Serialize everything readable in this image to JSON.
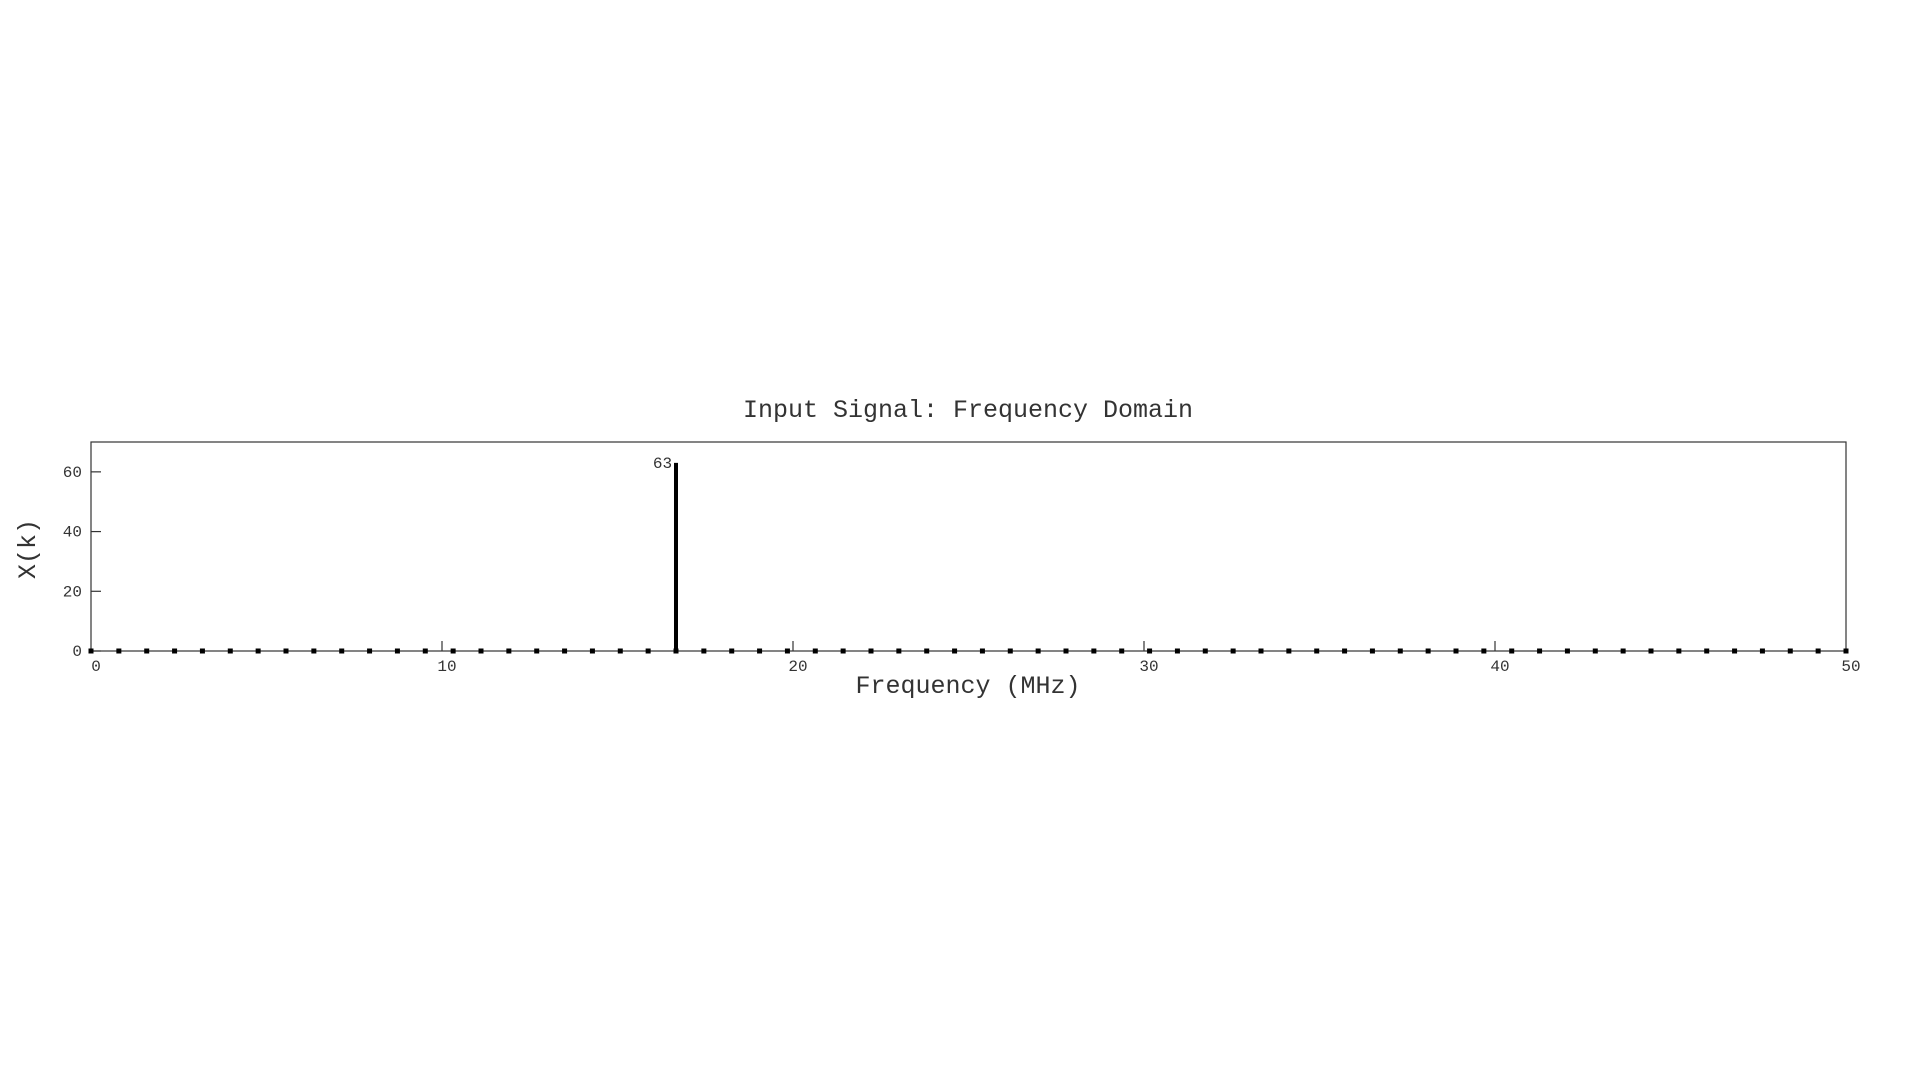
{
  "chart_data": {
    "type": "bar",
    "title": "Input Signal: Frequency Domain",
    "xlabel": "Frequency (MHz)",
    "ylabel": "X(k)",
    "xlim": [
      0,
      50
    ],
    "ylim": [
      0,
      70
    ],
    "xticks": [
      0,
      10,
      20,
      30,
      40,
      50
    ],
    "yticks": [
      0,
      20,
      40,
      60
    ],
    "series": [
      {
        "x_start": 0,
        "x_step": 0.79365,
        "count": 64,
        "peak_index": 21,
        "peak_value": 63,
        "baseline_value": 0
      }
    ],
    "data_labels": [
      {
        "x": 16.67,
        "value": 63,
        "text": "63"
      }
    ],
    "grid": false,
    "legend": "none",
    "colors": {
      "stem": "#000000",
      "axis": "#333333",
      "text": "#333333"
    }
  }
}
